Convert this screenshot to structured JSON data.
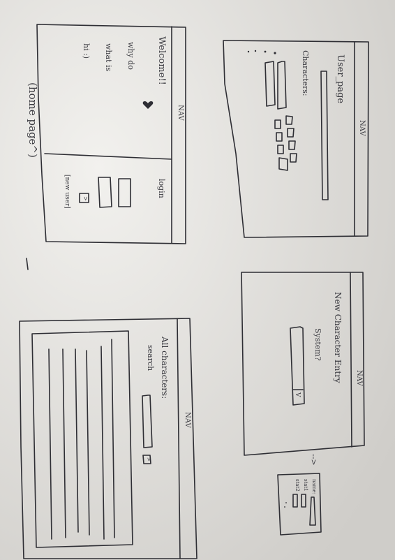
{
  "colors": {
    "paper": "#e4e3df",
    "ink": "#2e2e34"
  },
  "home": {
    "nav": "NAV",
    "welcome": "Welcome!!",
    "line_why": "why do",
    "line_what": "what is",
    "line_hi": "hi :)",
    "login": "login",
    "new_user": "[new user]",
    "caption": "(home page^)"
  },
  "user_page": {
    "nav": "NAV",
    "title": "User_page",
    "characters_label": "Characters:"
  },
  "new_character": {
    "nav": "NAV",
    "title": "New Character Entry",
    "system_label": "System?",
    "dropdown_value": "V"
  },
  "all_characters": {
    "nav": "NAV",
    "title": "All characters:",
    "search_label": "search"
  },
  "stats_card": {
    "arrow": "-->",
    "name_label": "name:",
    "stat1_label": "stat1",
    "stat2_label": "stat2"
  }
}
